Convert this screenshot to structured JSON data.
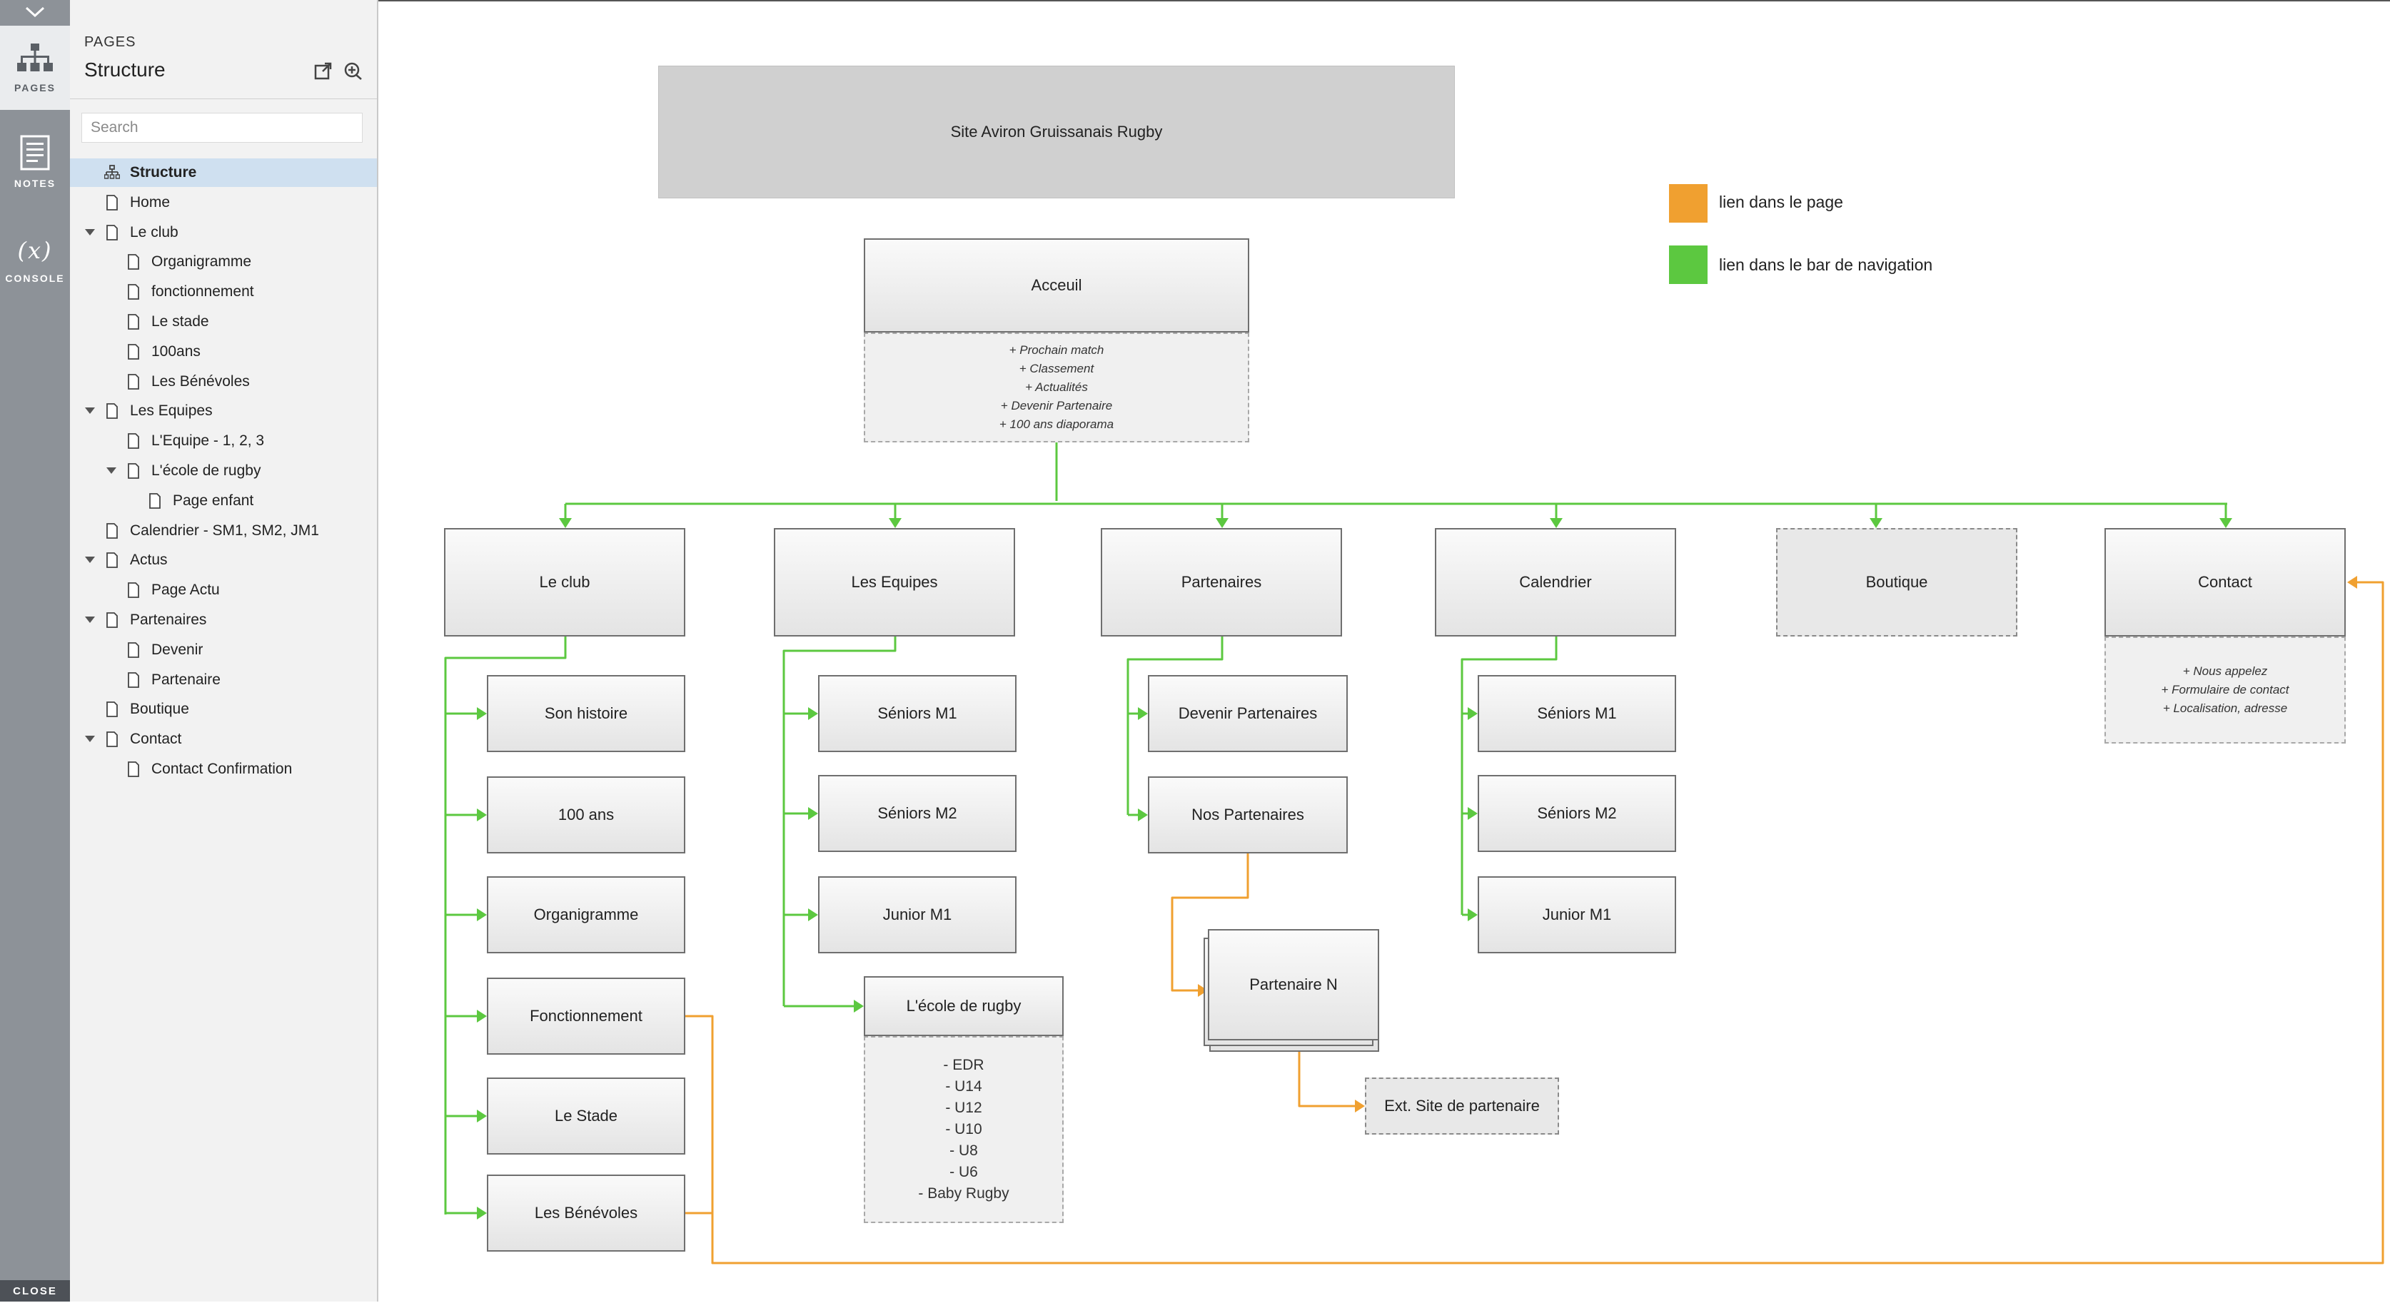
{
  "rail": {
    "tabs": [
      {
        "label": "PAGES",
        "icon": "sitemap-icon"
      },
      {
        "label": "NOTES",
        "icon": "notes-icon"
      },
      {
        "label": "CONSOLE",
        "icon": "variable-x-icon"
      }
    ],
    "close_label": "CLOSE"
  },
  "panel": {
    "section_label": "PAGES",
    "title": "Structure",
    "search_placeholder": "Search",
    "tree": [
      {
        "label": "Structure",
        "level": 1,
        "type": "sitemap",
        "selected": true
      },
      {
        "label": "Home",
        "level": 1,
        "type": "page"
      },
      {
        "label": "Le club",
        "level": 1,
        "type": "page",
        "expanded": true
      },
      {
        "label": "Organigramme",
        "level": 2,
        "type": "page"
      },
      {
        "label": "fonctionnement",
        "level": 2,
        "type": "page"
      },
      {
        "label": "Le stade",
        "level": 2,
        "type": "page"
      },
      {
        "label": "100ans",
        "level": 2,
        "type": "page"
      },
      {
        "label": "Les Bénévoles",
        "level": 2,
        "type": "page"
      },
      {
        "label": "Les Equipes",
        "level": 1,
        "type": "page",
        "expanded": true
      },
      {
        "label": "L'Equipe - 1, 2, 3",
        "level": 2,
        "type": "page"
      },
      {
        "label": "L'école de rugby",
        "level": 2,
        "type": "page",
        "expanded": true
      },
      {
        "label": "Page enfant",
        "level": 3,
        "type": "page"
      },
      {
        "label": "Calendrier - SM1, SM2, JM1",
        "level": 1,
        "type": "page"
      },
      {
        "label": "Actus",
        "level": 1,
        "type": "page",
        "expanded": true
      },
      {
        "label": "Page Actu",
        "level": 2,
        "type": "page"
      },
      {
        "label": "Partenaires",
        "level": 1,
        "type": "page",
        "expanded": true
      },
      {
        "label": "Devenir",
        "level": 2,
        "type": "page"
      },
      {
        "label": "Partenaire",
        "level": 2,
        "type": "page"
      },
      {
        "label": "Boutique",
        "level": 1,
        "type": "page"
      },
      {
        "label": "Contact",
        "level": 1,
        "type": "page",
        "expanded": true
      },
      {
        "label": "Contact Confirmation",
        "level": 2,
        "type": "page"
      }
    ]
  },
  "diagram": {
    "site_title": "Site Aviron Gruissanais Rugby",
    "legend": [
      {
        "color": "#f0a030",
        "label": "lien dans le page"
      },
      {
        "color": "#5cc840",
        "label": "lien dans le bar de navigation"
      }
    ],
    "home": {
      "label": "Acceuil",
      "notes": [
        "+ Prochain match",
        "+ Classement",
        "+ Actualités",
        "+ Devenir Partenaire",
        "+ 100 ans diaporama"
      ]
    },
    "columns": [
      {
        "label": "Le club",
        "children": [
          "Son histoire",
          "100 ans",
          "Organigramme",
          "Fonctionnement",
          "Le Stade",
          "Les Bénévoles"
        ]
      },
      {
        "label": "Les Equipes",
        "children": [
          "Séniors M1",
          "Séniors M2",
          "Junior M1"
        ],
        "school": {
          "label": "L'école de rugby",
          "items": [
            "- EDR",
            "- U14",
            "- U12",
            "- U10",
            "- U8",
            "- U6",
            "- Baby Rugby"
          ]
        }
      },
      {
        "label": "Partenaires",
        "children": [
          "Devenir Partenaires",
          "Nos Partenaires"
        ],
        "partner_n": "Partenaire N",
        "external": "Ext. Site de partenaire"
      },
      {
        "label": "Calendrier",
        "children": [
          "Séniors M1",
          "Séniors M2",
          "Junior M1"
        ]
      },
      {
        "label": "Boutique"
      },
      {
        "label": "Contact",
        "notes": [
          "+ Nous appelez",
          "+ Formulaire de contact",
          "+ Localisation, adresse"
        ]
      }
    ],
    "colors": {
      "green": "#5cc840",
      "orange": "#f0a030",
      "box_border": "#6f6f6f"
    }
  }
}
